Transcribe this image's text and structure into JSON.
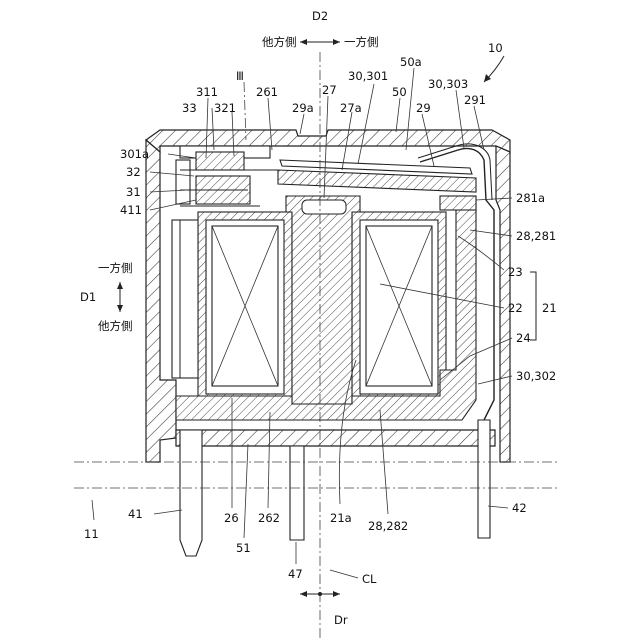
{
  "directions": {
    "d2_label": "D2",
    "d2_left": "他方側",
    "d2_right": "一方側",
    "d1_label": "D1",
    "d1_top": "一方側",
    "d1_bottom": "他方側",
    "cl_label": "CL",
    "dr_label": "Dr"
  },
  "labels": {
    "n10": "10",
    "n50a": "50a",
    "n30_301": "30,301",
    "n30_303": "30,303",
    "n3": "Ⅲ",
    "n311": "311",
    "n261": "261",
    "n29a": "29a",
    "n27a": "27a",
    "n27": "27",
    "n50": "50",
    "n29": "29",
    "n291": "291",
    "n33": "33",
    "n321": "321",
    "n301a": "301a",
    "n32": "32",
    "n31": "31",
    "n411": "411",
    "n281a": "281a",
    "n28_281": "28,281",
    "n23": "23",
    "n22": "22",
    "n21": "21",
    "n24": "24",
    "n30_302": "30,302",
    "n41": "41",
    "n11": "11",
    "n26": "26",
    "n262": "262",
    "n21a": "21a",
    "n28_282": "28,282",
    "n42": "42",
    "n51": "51",
    "n47": "47"
  }
}
